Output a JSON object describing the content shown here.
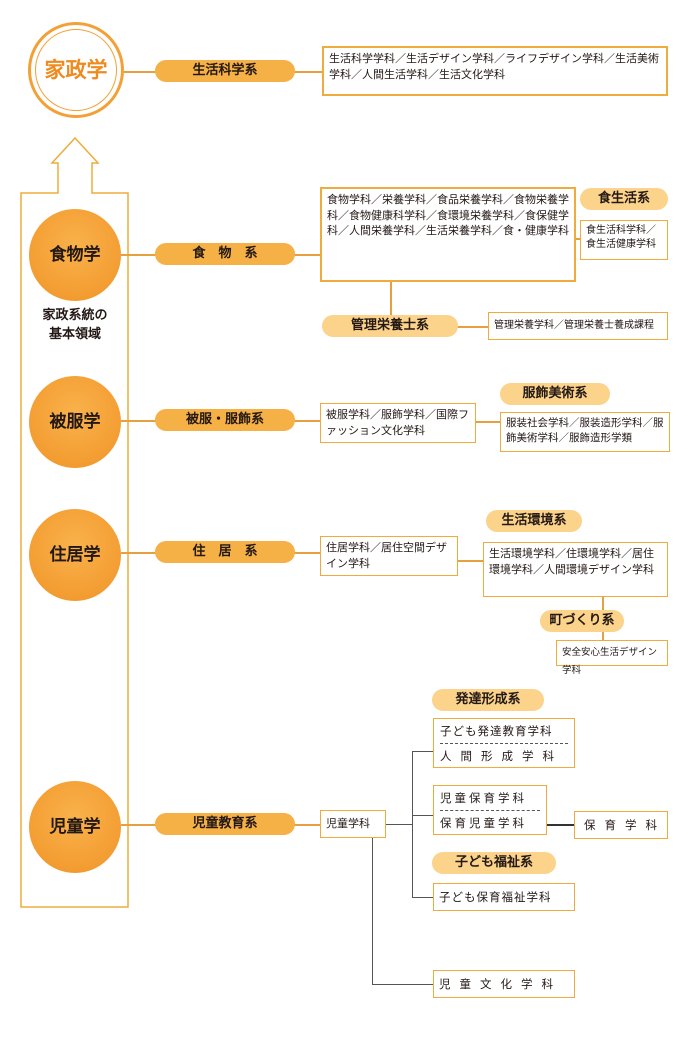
{
  "kaseigaku": "家政学",
  "side_label_line1": "家政系統の",
  "side_label_line2": "基本領域",
  "fields": {
    "food": "食物学",
    "clothing": "被服学",
    "housing": "住居学",
    "child": "児童学"
  },
  "seikatsu": {
    "system": "生活科学系",
    "depts": "生活科学学科／生活デザイン学科／ライフデザイン学科／生活美術学科／人間生活学科／生活文化学科"
  },
  "food": {
    "system": "食　物　系",
    "depts": "食物学科／栄養学科／食品栄養学科／食物栄養学科／食物健康科学科／食環境栄養学科／食保健学科／人間栄養学科／生活栄養学科／食・健康学科",
    "sub1": {
      "system": "食生活系",
      "depts": "食生活科学科／食生活健康学科"
    },
    "sub2": {
      "system": "管理栄養士系",
      "depts": "管理栄養学科／管理栄養士養成課程"
    }
  },
  "clothing": {
    "system": "被服・服飾系",
    "depts": "被服学科／服飾学科／国際ファッション文化学科",
    "sub": {
      "system": "服飾美術系",
      "depts": "服装社会学科／服装造形学科／服飾美術学科／服飾造形学類"
    }
  },
  "housing": {
    "system": "住　居　系",
    "depts": "住居学科／居住空間デザイン学科",
    "sub1": {
      "system": "生活環境系",
      "depts": "生活環境学科／住環境学科／居住環境学科／人間環境デザイン学科"
    },
    "sub2": {
      "system": "町づくり系",
      "depts": "安全安心生活デザイン学科"
    }
  },
  "child": {
    "system": "児童教育系",
    "dept": "児童学科",
    "hattatsu": {
      "system": "発達形成系",
      "dept1": "子ども発達教育学科",
      "dept2": "人間形成学科"
    },
    "hoiku": {
      "dept1": "児童保育学科",
      "dept2": "保育児童学科",
      "linked": "保育学科"
    },
    "fukushi": {
      "system": "子ども福祉系",
      "dept": "子ども保育福祉学科"
    },
    "bunka": "児童文化学科"
  },
  "colors": {
    "orange": "#f4a036",
    "pill": "#fbd38a",
    "border": "#efab3c"
  }
}
